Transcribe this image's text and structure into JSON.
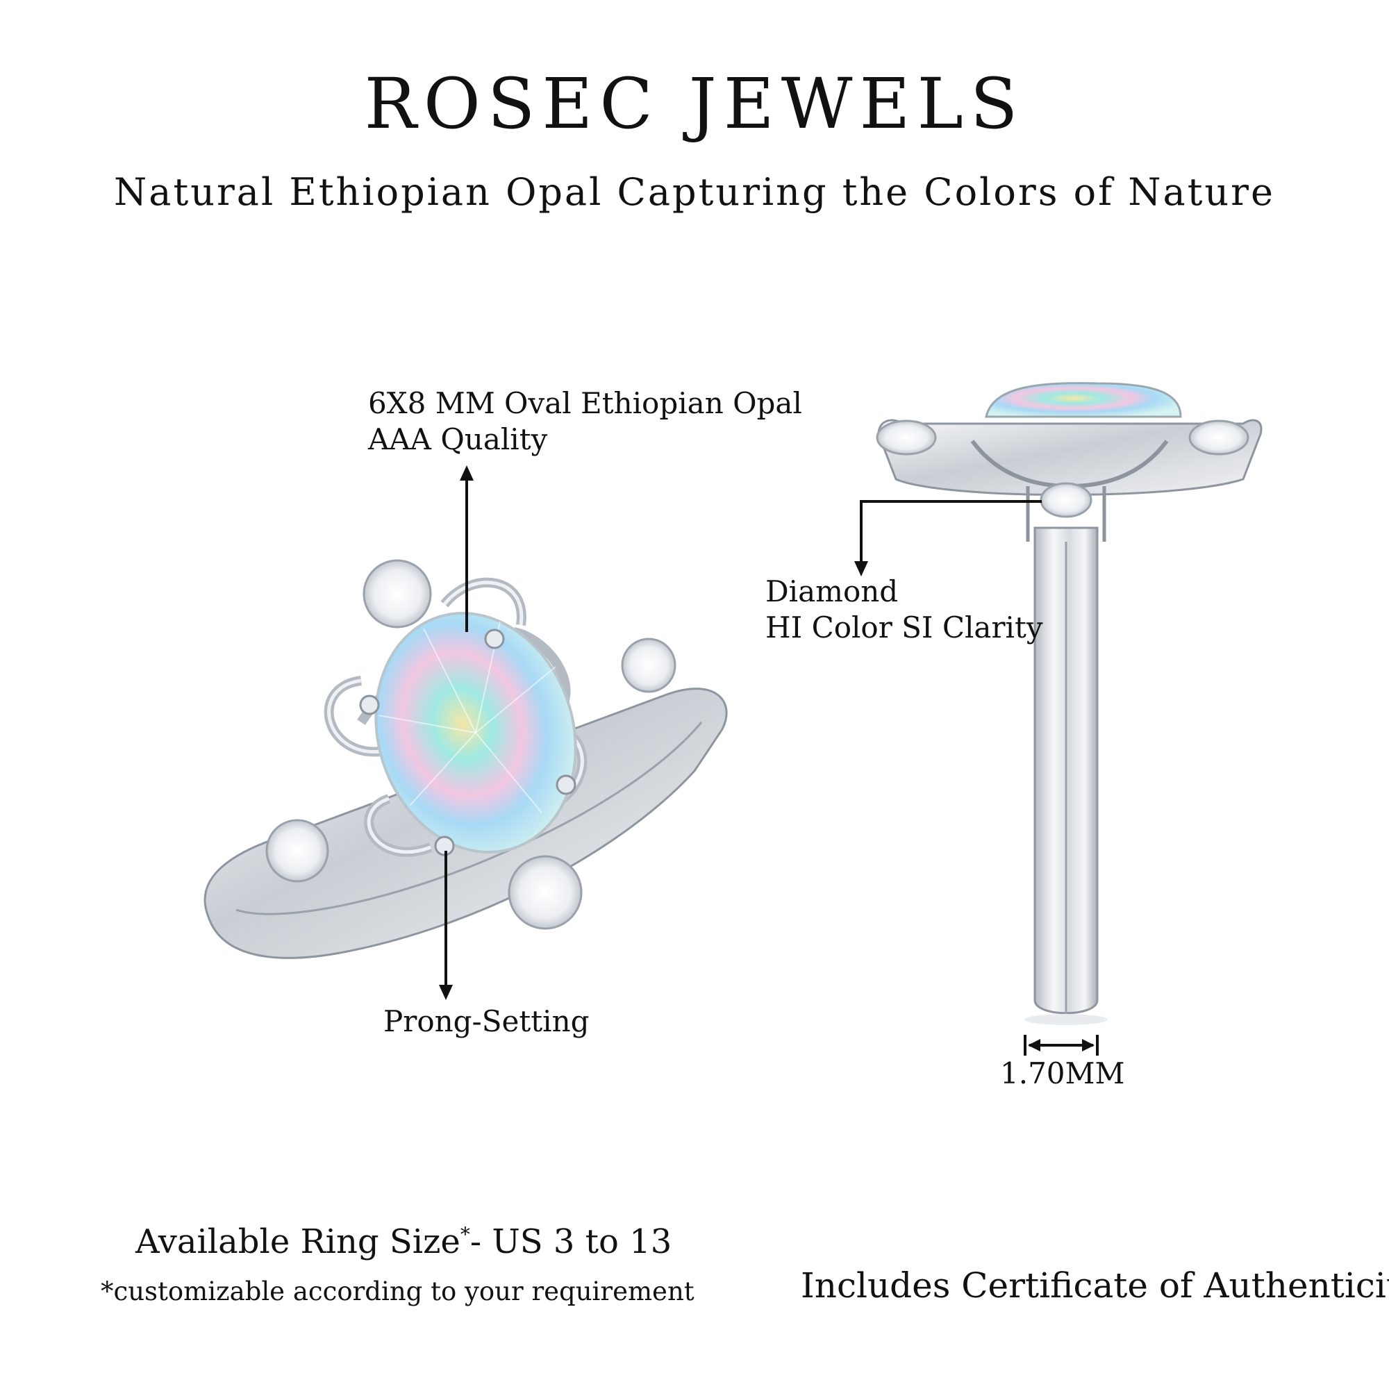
{
  "header": {
    "brand": "ROSEC JEWELS",
    "tagline": "Natural Ethiopian Opal Capturing the Colors of Nature"
  },
  "front_view": {
    "opal_spec_line1": "6X8 MM Oval Ethiopian Opal",
    "opal_spec_line2": "AAA Quality",
    "setting_label": "Prong-Setting"
  },
  "side_view": {
    "diamond_line1": "Diamond",
    "diamond_line2": "HI Color SI Clarity",
    "band_width": "1.70MM"
  },
  "footer": {
    "ring_size_text": "Available Ring Size",
    "ring_size_mark": "*",
    "ring_size_range": "- US 3 to 13",
    "custom_note": "*customizable according to your requirement",
    "certificate": "Includes Certificate of Authenticity"
  },
  "colors": {
    "text": "#111111",
    "metal": "#d9dde2",
    "opal_accent": "#8fe3e6"
  }
}
